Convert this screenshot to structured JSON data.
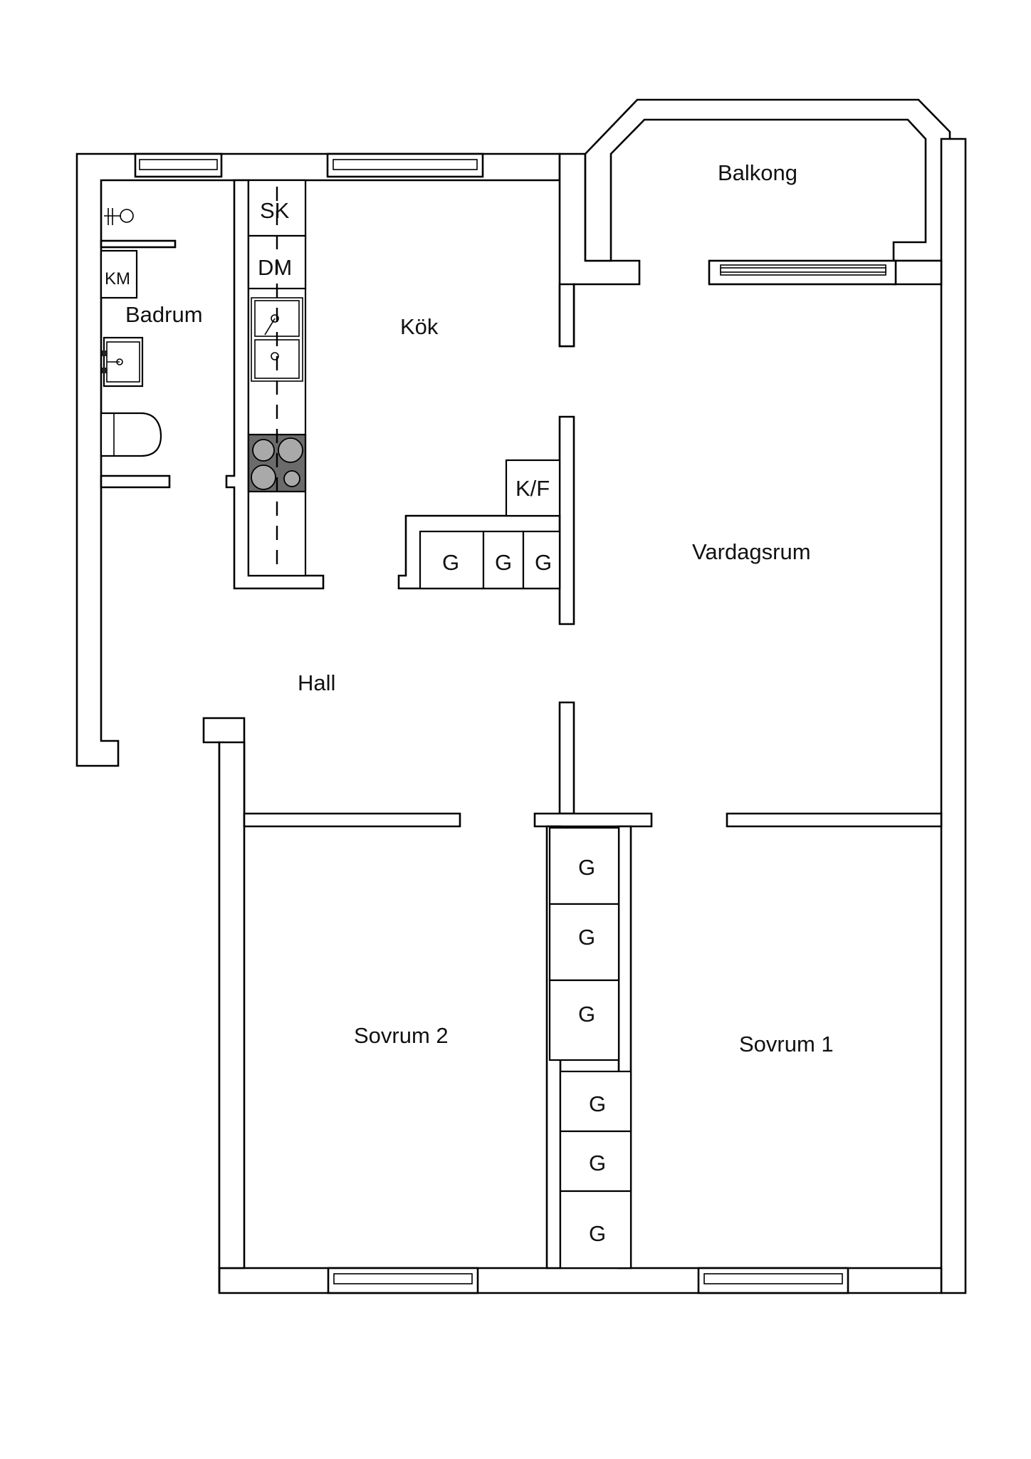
{
  "rooms": {
    "balkong": "Balkong",
    "badrum": "Badrum",
    "kok": "Kök",
    "vardagsrum": "Vardagsrum",
    "hall": "Hall",
    "sovrum2": "Sovrum 2",
    "sovrum1": "Sovrum 1"
  },
  "fixtures": {
    "sk": "SK",
    "dm": "DM",
    "km": "KM",
    "kf": "K/F",
    "g": "G"
  },
  "colors": {
    "wall_stroke": "#000000",
    "stove_fill": "#6b6b6b",
    "burner_fill": "#a9a9a9",
    "background": "#ffffff"
  }
}
